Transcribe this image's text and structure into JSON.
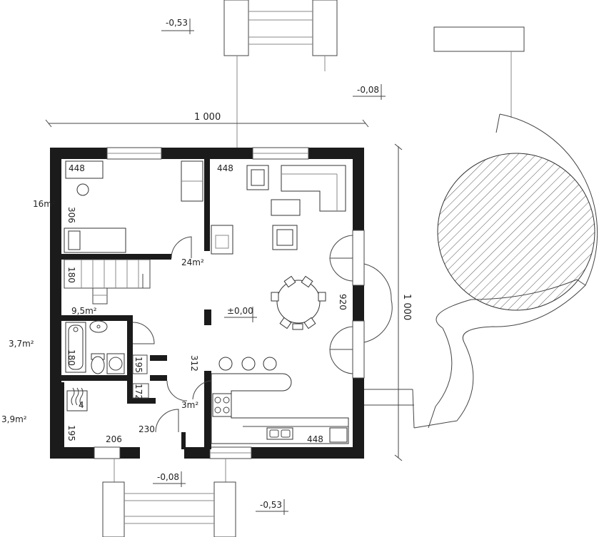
{
  "levels": {
    "top_left": "-0,53",
    "top_right": "-0,08",
    "bottom_mid": "-0,08",
    "bottom": "-0,53",
    "center": "±0,00"
  },
  "dimensions": {
    "overall_width": "1 000",
    "overall_height": "1 000",
    "bedroom_width": "448",
    "living_width": "448",
    "kitchen_width": "448",
    "bedroom_depth": "306",
    "stair_depth": "180",
    "bath_depth": "180",
    "wc_depth": "195",
    "hall_depth": "172",
    "wc2_depth": "195",
    "entry_width": "230",
    "boiler_width": "206",
    "center_height": "312",
    "living_height": "920",
    "wc_small": "195",
    "hall_small": "172"
  },
  "areas": {
    "bedroom": "16m²",
    "stair": "9,5m²",
    "bath": "3,7m²",
    "boiler": "3,9m²",
    "boiler_small": "4",
    "living": "24m²",
    "hall": "3m²"
  },
  "colors": {
    "wall": "#1b1b1b",
    "line": "#444444",
    "hatch": "#555555"
  }
}
